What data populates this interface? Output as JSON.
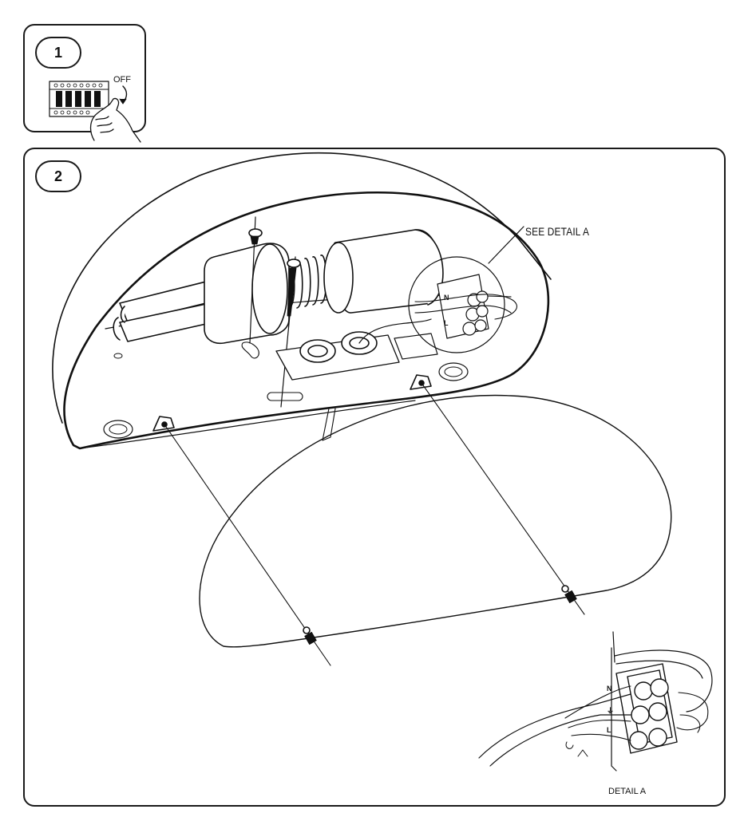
{
  "steps": [
    {
      "number": "1",
      "label": "OFF"
    },
    {
      "number": "2",
      "callout": "SEE DETAIL  A"
    }
  ],
  "detail": {
    "label": "DETAIL  A",
    "terminals": [
      "N",
      "⏚",
      "L"
    ]
  }
}
